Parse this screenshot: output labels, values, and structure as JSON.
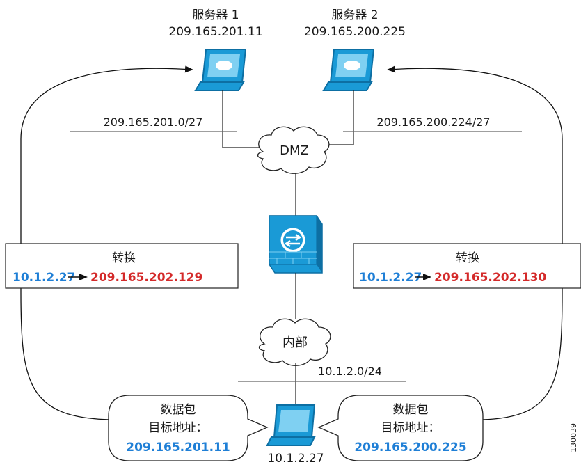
{
  "servers": [
    {
      "title": "服务器 1",
      "ip": "209.165.201.11"
    },
    {
      "title": "服务器 2",
      "ip": "209.165.200.225"
    }
  ],
  "networks": {
    "server1_subnet": "209.165.201.0/27",
    "server2_subnet": "209.165.200.224/27",
    "inside_subnet": "10.1.2.0/24"
  },
  "clouds": {
    "dmz": "DMZ",
    "inside": "内部"
  },
  "translations": [
    {
      "title": "转换",
      "real": "10.1.2.27",
      "mapped": "209.165.202.129"
    },
    {
      "title": "转换",
      "real": "10.1.2.27",
      "mapped": "209.165.202.130"
    }
  ],
  "packets": [
    {
      "title": "数据包",
      "subtitle": "目标地址：",
      "dest": "209.165.201.11"
    },
    {
      "title": "数据包",
      "subtitle": "目标地址：",
      "dest": "209.165.200.225"
    }
  ],
  "host_ip": "10.1.2.27",
  "figure_id": "130039",
  "colors": {
    "device_blue": "#1a9ad6",
    "device_dark": "#0d6fa3",
    "real_ip": "#1f7fd6",
    "mapped_ip": "#d42a2a"
  },
  "icons": {
    "server": "server-icon",
    "firewall": "firewall-icon",
    "host": "host-icon",
    "cloud": "cloud-icon"
  }
}
